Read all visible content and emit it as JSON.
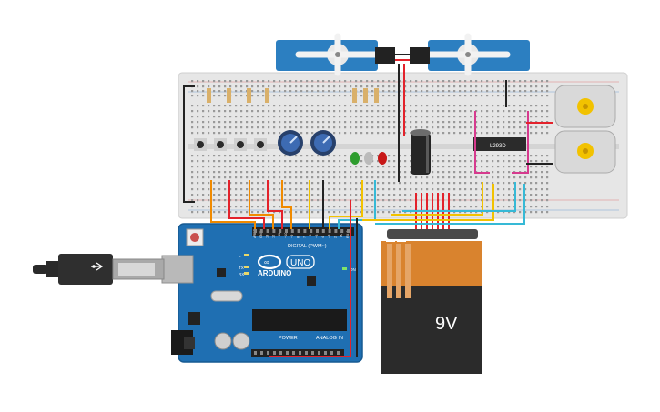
{
  "arduino": {
    "brand": "ARDUINO",
    "model": "UNO",
    "digital_label": "DIGITAL (PWM~)",
    "power_label": "POWER",
    "analog_label": "ANALOG IN",
    "digital_pins": [
      "AREF",
      "GND",
      "13",
      "12",
      "~11",
      "~10",
      "~9",
      "8",
      "7",
      "~6",
      "~5",
      "4",
      "~3",
      "2",
      "TX 1",
      "RX 0"
    ],
    "led_labels": [
      "L",
      "TX",
      "RX",
      "ON"
    ]
  },
  "battery": {
    "label": "9V"
  },
  "driver_ic": {
    "label": "L293D"
  },
  "colors": {
    "breadboard": "#e5e5e5",
    "arduino_board": "#1f6fb2",
    "battery_body": "#d9832e",
    "battery_top": "#2b2b2b",
    "servo": "#2c7fc1",
    "wire_orange": "#f08a00",
    "wire_red": "#e3222b",
    "wire_yellow": "#f2c200",
    "wire_cyan": "#36b9d6",
    "wire_black": "#222222",
    "wire_magenta": "#d63a8e",
    "led_green": "#2e9d2e",
    "led_white": "#bbbbbb",
    "led_red": "#c81818"
  },
  "components": [
    {
      "name": "servo-motor-left",
      "icon": "servo-icon"
    },
    {
      "name": "servo-motor-right",
      "icon": "servo-icon"
    },
    {
      "name": "dc-motor-top",
      "icon": "motor-icon"
    },
    {
      "name": "dc-motor-bottom",
      "icon": "motor-icon"
    },
    {
      "name": "potentiometer-left",
      "icon": "potentiometer-icon"
    },
    {
      "name": "potentiometer-right",
      "icon": "potentiometer-icon"
    },
    {
      "name": "capacitor",
      "icon": "capacitor-icon"
    },
    {
      "name": "usb-cable",
      "icon": "usb-icon"
    }
  ]
}
